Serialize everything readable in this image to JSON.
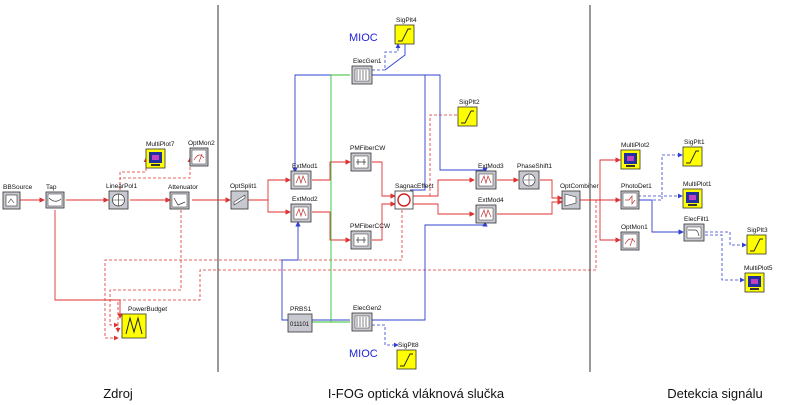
{
  "sections": {
    "zdroj": "Zdroj",
    "loop": "I-FOG optická vláknová slučka",
    "detect": "Detekcia signálu"
  },
  "mioc_top": "MIOC",
  "mioc_bottom": "MIOC",
  "blocks": {
    "bbsource": "BBSource",
    "tap": "Tap",
    "linearpol1": "LinearPol1",
    "multiplot7": "MultiPlot7",
    "optmon2": "OptMon2",
    "attenuator": "Attenuator",
    "powerbudget": "PowerBudget",
    "optsplit1": "OptSplit1",
    "extmod1": "ExtMod1",
    "extmod2": "ExtMod2",
    "pmfibercw": "PMFiberCW",
    "pmfiberccw": "PMFiberCCW",
    "sagnaceffect": "SagnacEffect",
    "elecgen1": "ElecGen1",
    "elecgen2": "ElecGen2",
    "sigplt4": "SigPlt4",
    "sigplt2": "SigPlt2",
    "sigplt8": "SigPlt8",
    "prbs1": "PRBS1",
    "prbs_code": "011101",
    "extmod3": "ExtMod3",
    "extmod4": "ExtMod4",
    "phaseshift1": "PhaseShift1",
    "optcombiner": "OptCombiner",
    "multiplot2": "MultiPlot2",
    "photodet1": "PhotoDet1",
    "optmon1": "OptMon1",
    "sigplt1": "SigPlt1",
    "multiplot1": "MultiPlot1",
    "elecfilt1": "ElecFilt1",
    "sigplt3": "SigPlt3",
    "multiplot5": "MultiPlot5"
  },
  "colors": {
    "optical": "#e03030",
    "electrical": "#3040d0",
    "prbs_wire": "#30c030",
    "plot_fill": "#ffff00",
    "block_fill": "#c8c8d0"
  }
}
